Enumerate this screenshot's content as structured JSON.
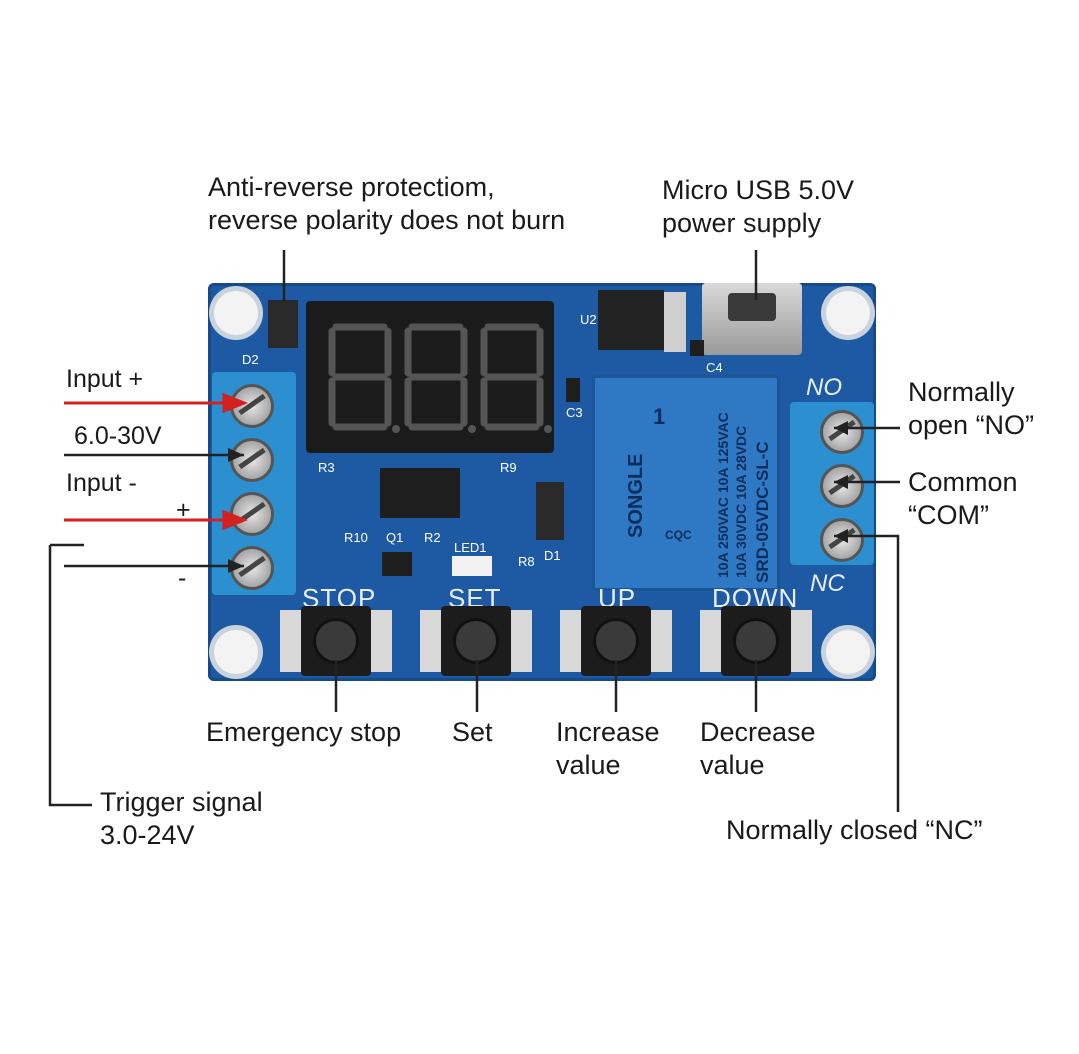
{
  "callouts": {
    "anti_reverse": "Anti-reverse protectiom,\nreverse polarity does not burn",
    "micro_usb": "Micro USB 5.0V\npower supply",
    "input_plus": "Input +",
    "voltage_range": "6.0-30V",
    "input_minus": "Input -",
    "plus_sign": "+",
    "minus_sign": "-",
    "normally_open": "Normally\nopen “NO”",
    "common": "Common\n“COM”",
    "emergency_stop": "Emergency stop",
    "set": "Set",
    "increase_value": "Increase\nvalue",
    "decrease_value": "Decrease\nvalue",
    "trigger_signal": "Trigger signal\n3.0-24V",
    "normally_closed": "Normally closed “NC”"
  },
  "board": {
    "buttons": [
      "STOP",
      "SET",
      "UP",
      "DOWN"
    ],
    "terminal_no": "NO",
    "terminal_nc": "NC",
    "display_digits": "8.8.8.",
    "silkscreen": {
      "d2": "D2",
      "u2": "U2",
      "c3": "C3",
      "c4": "C4",
      "r3": "R3",
      "r9": "R9",
      "r10": "R10",
      "q1": "Q1",
      "r2": "R2",
      "led1": "LED1",
      "r8": "R8",
      "d1": "D1"
    },
    "relay": {
      "brand": "SONGLE",
      "model": "SRD-05VDC-SL-C",
      "rating1": "10A 250VAC  10A 125VAC",
      "rating2": "10A 30VDC  10A 28VDC",
      "number": "1",
      "cqc": "CQC"
    }
  },
  "colors": {
    "pcb": "#1e5aa3",
    "terminal": "#2c8fd0",
    "arrow_red": "#d42020",
    "line_dark": "#222222"
  }
}
